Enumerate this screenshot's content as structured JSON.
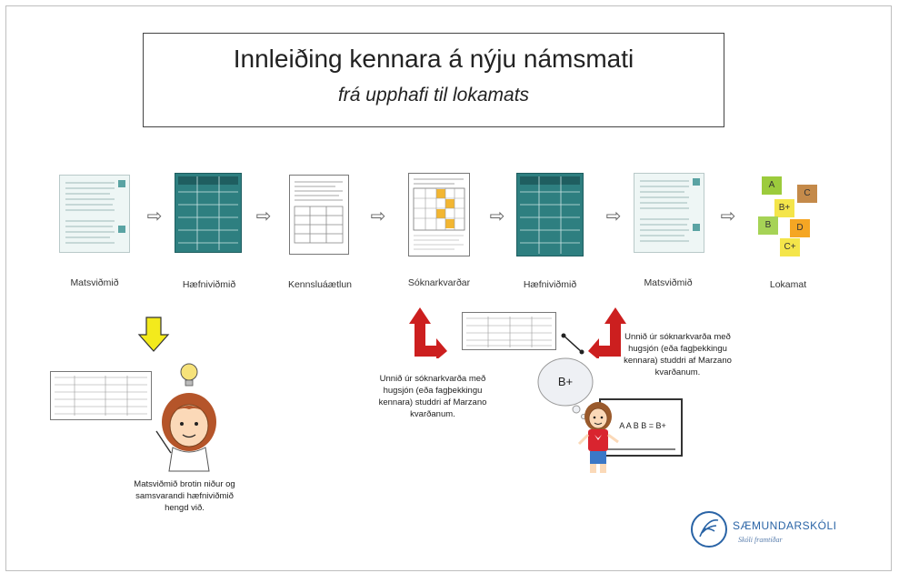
{
  "title": {
    "main": "Innleiðing kennara á nýju námsmati",
    "sub": "frá upphafi til lokamats"
  },
  "steps": [
    {
      "label": "Matsviðmið",
      "doc": "matsvidmid"
    },
    {
      "label": "Hæfniviðmið",
      "doc": "haefnividmid"
    },
    {
      "label": "Kennsluáætlun",
      "doc": "kennsluaaetlun"
    },
    {
      "label": "Sóknarkvarðar",
      "doc": "soknarkvardar"
    },
    {
      "label": "Hæfniviðmið",
      "doc": "haefnividmid"
    },
    {
      "label": "Matsviðmið",
      "doc": "matsvidmid"
    },
    {
      "label": "Lokamat",
      "doc": "grade-notes"
    }
  ],
  "grade_notes": [
    "A",
    "C",
    "B+",
    "B",
    "D",
    "C+"
  ],
  "notes": {
    "left": "Matsviðmið brotin niður og samsvarandi hæfniviðmið hengd við.",
    "middle": "Unnið úr sóknarkvarða með hugsjón (eða fagþekkingu kennara) studdri af Marzano kvarðanum.",
    "right": "Unnið úr sóknarkvarða með hugsjón (eða fagþekkingu kennara) studdri af Marzano kvarðanum."
  },
  "bubble": "B+",
  "board_text": "A A B B = B+",
  "logo": {
    "name": "SÆMUNDARSKÓLI",
    "tagline": "Skóli framtíðar"
  },
  "colors": {
    "teal": "#2e7f80",
    "red_arrow": "#cc1f1f",
    "yellow_arrow": "#f3ea1c",
    "logo_blue": "#2a64a6"
  }
}
